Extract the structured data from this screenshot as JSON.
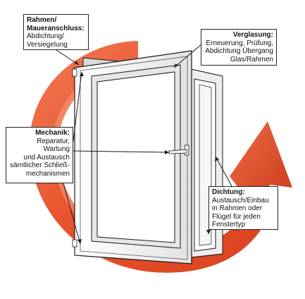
{
  "colors": {
    "arrow_main": "#e8502a",
    "arrow_light": "#f6a07e",
    "arrow_dark": "#b8341a",
    "frame_fill": "#f4f4f4",
    "frame_shade": "#cfcfcf",
    "glass": "#ffffff",
    "line": "#1a1a1a"
  },
  "callouts": {
    "rahmen": {
      "title": "Rahmen/\nMaueranschluss:",
      "body": "Abdichtung/\nVersiegelung"
    },
    "verglasung": {
      "title": "Verglasung:",
      "body": "Erneuerung, Prüfung,\nAbdichtung Übergang\nGlas/Rahmen"
    },
    "mechanik": {
      "title": "Mechanik:",
      "body": "Reparatur, Wartung\nund Austausch\nsämtlicher Schließ-\nmechanismen"
    },
    "dichtung": {
      "title": "Dichtung:",
      "body": "Austausch/Einbau\nin Rahmen oder\nFlügel für jeden\nFenstertyp"
    }
  }
}
